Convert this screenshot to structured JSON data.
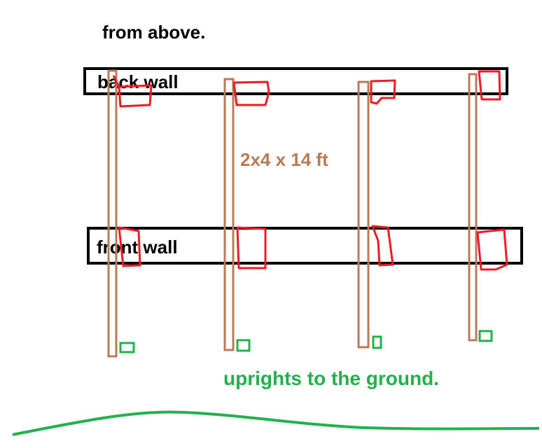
{
  "title": "from above.",
  "walls": {
    "back": "back wall",
    "front": "front wall"
  },
  "board_label": "2x4  x 14 ft",
  "uprights_label": "uprights  to the ground.",
  "colors": {
    "wall": "#000000",
    "board": "#b97a57",
    "bracket": "#ed1c24",
    "upright": "#22b14c",
    "ground": "#22b14c"
  }
}
